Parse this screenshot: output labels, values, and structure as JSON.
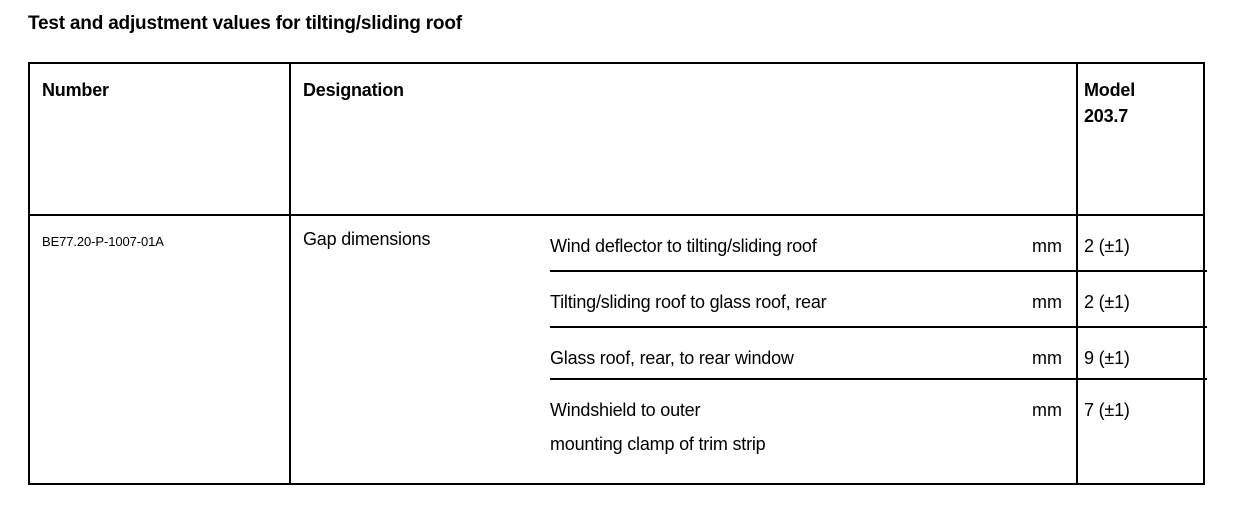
{
  "document": {
    "title": "Test and adjustment values for tilting/sliding roof"
  },
  "table": {
    "headers": {
      "number": "Number",
      "designation": "Designation",
      "model": "Model\n203.7"
    },
    "rows": [
      {
        "number": "BE77.20-P-1007-01A",
        "designation": "Gap dimensions",
        "measurements": [
          {
            "label": "Wind deflector to tilting/sliding roof",
            "unit": "mm",
            "value": "2 (±1)"
          },
          {
            "label": "Tilting/sliding roof to glass roof, rear",
            "unit": "mm",
            "value": "2 (±1)"
          },
          {
            "label": "Glass roof, rear, to rear window",
            "unit": "mm",
            "value": "9 (±1)"
          },
          {
            "label": "Windshield to outer\nmounting clamp of trim strip",
            "unit": "mm",
            "value": "7 (±1)"
          }
        ]
      }
    ]
  }
}
